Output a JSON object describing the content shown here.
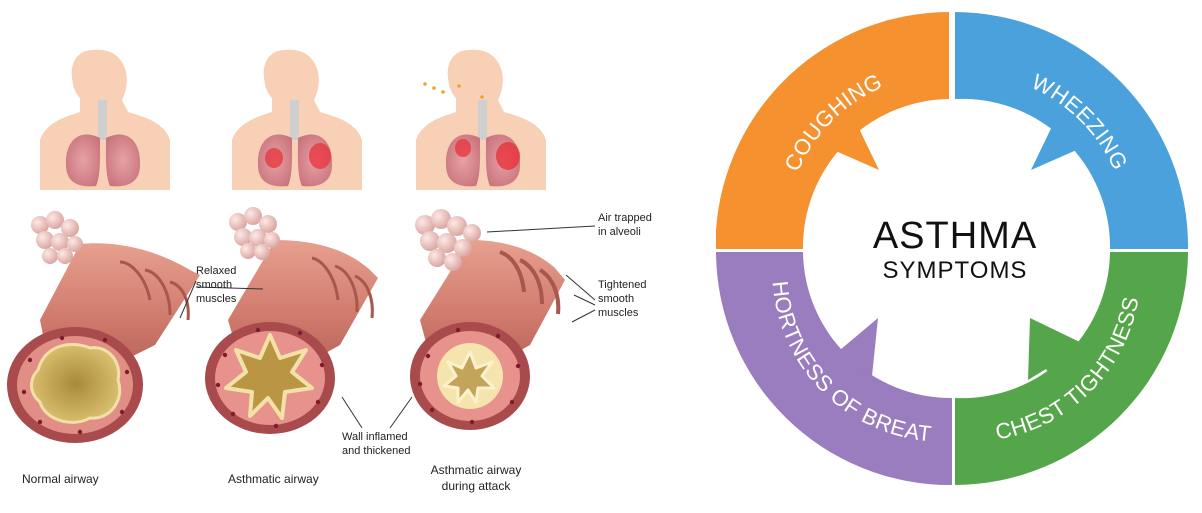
{
  "left_panel": {
    "captions": {
      "normal": "Normal airway",
      "asthmatic": "Asthmatic airway",
      "attack_line1": "Asthmatic airway",
      "attack_line2": "during attack"
    },
    "annotations": {
      "relaxed_1": "Relaxed",
      "relaxed_2": "smooth",
      "relaxed_3": "muscles",
      "air_1": "Air trapped",
      "air_2": "in alveoli",
      "tight_1": "Tightened",
      "tight_2": "smooth",
      "tight_3": "muscles",
      "wall_1": "Wall inflamed",
      "wall_2": "and thickened"
    }
  },
  "right_panel": {
    "center_line1": "ASTHMA",
    "center_line2": "SYMPTOMS",
    "segments": {
      "coughing": "COUGHING",
      "wheezing": "WHEEZING",
      "chest": "CHEST TIGHTNESS",
      "breath": "SHORTNESS OF BREATH"
    },
    "colors": {
      "coughing": "#f5922f",
      "wheezing": "#4aa1dc",
      "chest": "#55a64a",
      "breath": "#9a7dbe"
    }
  }
}
